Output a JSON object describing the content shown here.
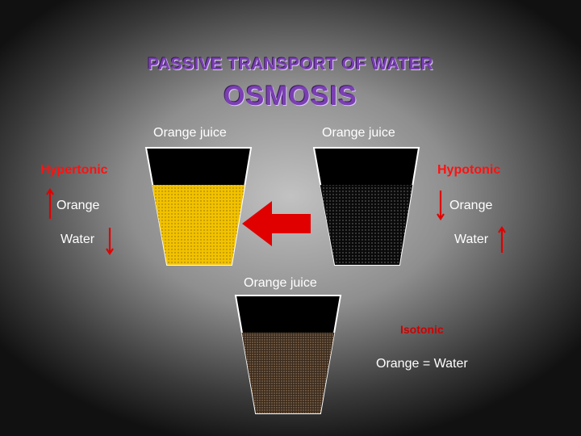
{
  "title": "PASSIVE TRANSPORT OF WATER",
  "subtitle": "OSMOSIS",
  "left_cup": {
    "label": "Orange juice",
    "state": "Hypertonic",
    "orange_label": "Orange",
    "orange_arrow": "up",
    "water_label": "Water",
    "water_arrow": "down"
  },
  "right_cup": {
    "label": "Orange juice",
    "state": "Hypotonic",
    "orange_label": "Orange",
    "orange_arrow": "down",
    "water_label": "Water",
    "water_arrow": "up"
  },
  "bottom_cup": {
    "label": "Orange juice",
    "state": "Isotonic",
    "equation": "Orange = Water"
  },
  "colors": {
    "title": "#7b3fb3",
    "state_text": "#ff1111",
    "arrow": "#e00000",
    "juice_hypertonic": "#f2c200",
    "juice_hypotonic": "#111111",
    "juice_isotonic": "#5a3e2b"
  },
  "flow_arrow_direction": "left"
}
